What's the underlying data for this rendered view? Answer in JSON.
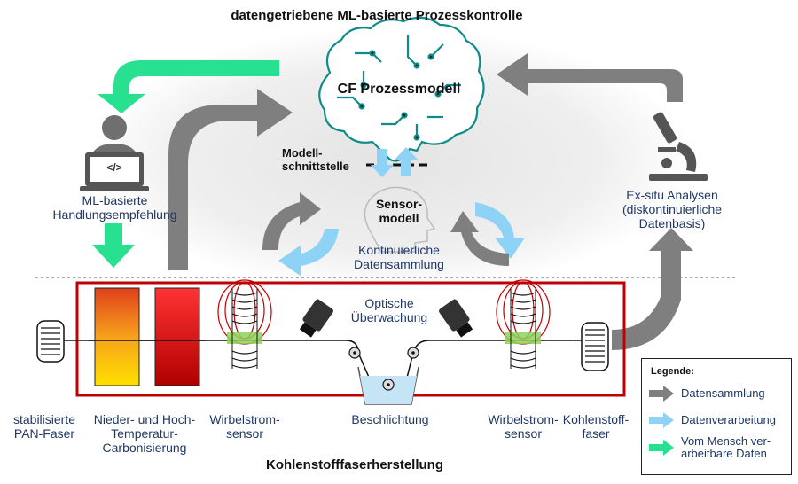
{
  "title": "datengetriebene ML-basierte Prozesskontrolle",
  "brain_label": "CF Prozessmodell",
  "interface_label": [
    "Modell-",
    "schnittstelle"
  ],
  "sensor_model_label": [
    "Sensor-",
    "modell"
  ],
  "continuous_label": [
    "Kontinuierliche",
    "Datensammlung"
  ],
  "ml_recommendation_label": [
    "ML-basierte",
    "Handlungsempfehlung"
  ],
  "exsitu_label": [
    "Ex-situ Analysen",
    "(diskontinuierliche",
    "Datenbasis)"
  ],
  "optical_label": [
    "Optische",
    "Überwachung"
  ],
  "laptop_code": "</>",
  "process_labels": {
    "pan_fiber": [
      "stabilisierte",
      "PAN-Faser"
    ],
    "carbonization": [
      "Nieder- und Hoch-",
      "Temperatur-",
      "Carbonisierung"
    ],
    "eddy_sensor_left": [
      "Wirbelstrom-",
      "sensor"
    ],
    "coating": "Beschlichtung",
    "eddy_sensor_right": [
      "Wirbelstrom-",
      "sensor"
    ],
    "carbon_fiber": [
      "Kohlenstoff-",
      "faser"
    ]
  },
  "bottom_title": "Kohlenstofffaserherstellung",
  "legend": {
    "title": "Legende:",
    "items": [
      {
        "label": "Datensammlung",
        "color": "#7f7f7f"
      },
      {
        "label": "Datenverarbeitung",
        "color": "#8ed3f5"
      },
      {
        "label": "Vom Mensch ver-\narbeitbare Daten",
        "color": "#27e190"
      }
    ]
  },
  "colors": {
    "gray_arrow": "#7f7f7f",
    "light_blue_arrow": "#8ed3f5",
    "green_arrow": "#27e190",
    "brain": "#0f8c8a",
    "frame_red": "#c00000",
    "text_blue": "#1f3864"
  }
}
